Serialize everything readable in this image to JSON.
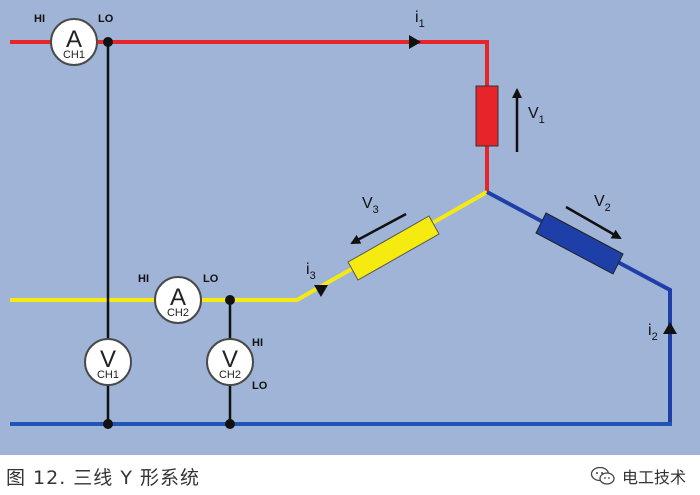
{
  "diagram": {
    "background_color": "#9fb4d6",
    "phase_colors": {
      "red": "#e8242b",
      "yellow": "#f5eb10",
      "blue": "#1f3fa8",
      "neutral": "#1f55b5",
      "wire": "#111111"
    },
    "ammeter1": {
      "letter": "A",
      "channel": "CH1",
      "hi": "HI",
      "lo": "LO"
    },
    "ammeter2": {
      "letter": "A",
      "channel": "CH2",
      "hi": "HI",
      "lo": "LO"
    },
    "voltmeter1": {
      "letter": "V",
      "channel": "CH1"
    },
    "voltmeter2": {
      "letter": "V",
      "channel": "CH2",
      "hi": "HI",
      "lo": "LO"
    },
    "currents": {
      "i1": {
        "base": "i",
        "sub": "1"
      },
      "i2": {
        "base": "i",
        "sub": "2"
      },
      "i3": {
        "base": "i",
        "sub": "3"
      }
    },
    "voltages": {
      "v1": {
        "base": "V",
        "sub": "1"
      },
      "v2": {
        "base": "V",
        "sub": "2"
      },
      "v3": {
        "base": "V",
        "sub": "3"
      }
    }
  },
  "caption": {
    "text": "图 12. 三线 Y 形系统"
  },
  "watermark": {
    "icon": "wechat-icon",
    "text": "电工技术"
  }
}
